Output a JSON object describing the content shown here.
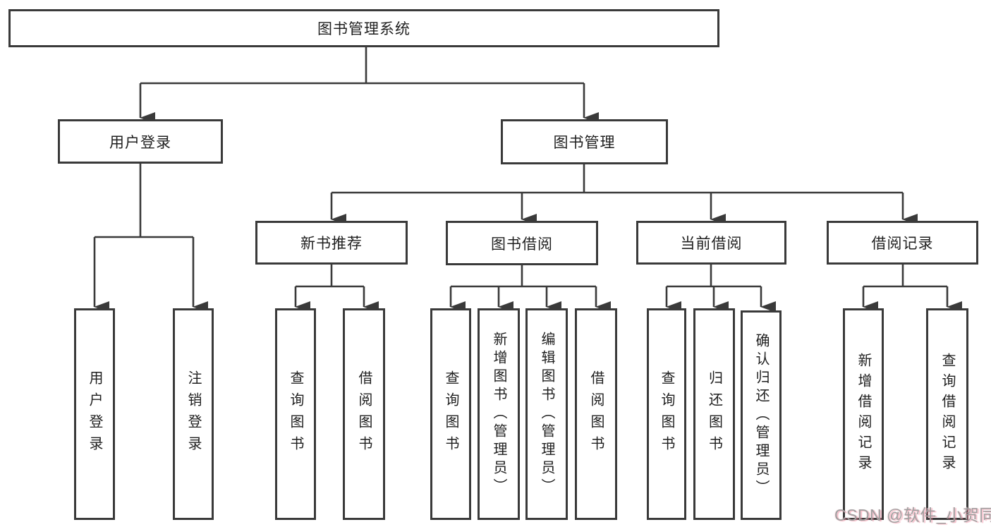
{
  "diagram": {
    "type": "hierarchy-tree",
    "title": "图书管理系统"
  },
  "nodes": {
    "root": {
      "label": "图书管理系统"
    },
    "user_login": {
      "label": "用户登录"
    },
    "book_mgmt": {
      "label": "图书管理"
    },
    "new_book_rec": {
      "label": "新书推荐"
    },
    "book_borrow": {
      "label": "图书借阅"
    },
    "current_borrow": {
      "label": "当前借阅"
    },
    "borrow_records": {
      "label": "借阅记录"
    },
    "ul_login": {
      "label": "用户登录"
    },
    "ul_logout": {
      "label": "注销登录"
    },
    "nb_query": {
      "label": "查询图书"
    },
    "nb_borrow": {
      "label": "借阅图书"
    },
    "bb_query": {
      "label": "查询图书"
    },
    "bb_add": {
      "label": "新增图书（管理员）"
    },
    "bb_edit": {
      "label": "编辑图书（管理员）"
    },
    "bb_borrow": {
      "label": "借阅图书"
    },
    "cb_query": {
      "label": "查询图书"
    },
    "cb_return": {
      "label": "归还图书"
    },
    "cb_confirm": {
      "label": "确认归还（管理员）"
    },
    "br_add": {
      "label": "新增借阅记录"
    },
    "br_query": {
      "label": "查询借阅记录"
    }
  },
  "edges": [
    {
      "from": "root",
      "to": "user_login"
    },
    {
      "from": "root",
      "to": "book_mgmt"
    },
    {
      "from": "user_login",
      "to": "ul_login"
    },
    {
      "from": "user_login",
      "to": "ul_logout"
    },
    {
      "from": "book_mgmt",
      "to": "new_book_rec"
    },
    {
      "from": "book_mgmt",
      "to": "book_borrow"
    },
    {
      "from": "book_mgmt",
      "to": "current_borrow"
    },
    {
      "from": "book_mgmt",
      "to": "borrow_records"
    },
    {
      "from": "new_book_rec",
      "to": "nb_query"
    },
    {
      "from": "new_book_rec",
      "to": "nb_borrow"
    },
    {
      "from": "book_borrow",
      "to": "bb_query"
    },
    {
      "from": "book_borrow",
      "to": "bb_add"
    },
    {
      "from": "book_borrow",
      "to": "bb_edit"
    },
    {
      "from": "book_borrow",
      "to": "bb_borrow"
    },
    {
      "from": "current_borrow",
      "to": "cb_query"
    },
    {
      "from": "current_borrow",
      "to": "cb_return"
    },
    {
      "from": "current_borrow",
      "to": "cb_confirm"
    },
    {
      "from": "borrow_records",
      "to": "br_add"
    },
    {
      "from": "borrow_records",
      "to": "br_query"
    }
  ],
  "watermark": {
    "text": "CSDN @软件_小贺同学"
  },
  "colors": {
    "line": "#3a3a3a",
    "box_border": "#3a3a3a",
    "text": "#1f1f1f",
    "background": "#ffffff",
    "watermark_gray": "#a0a0a0",
    "watermark_pink": "#ec8298"
  }
}
